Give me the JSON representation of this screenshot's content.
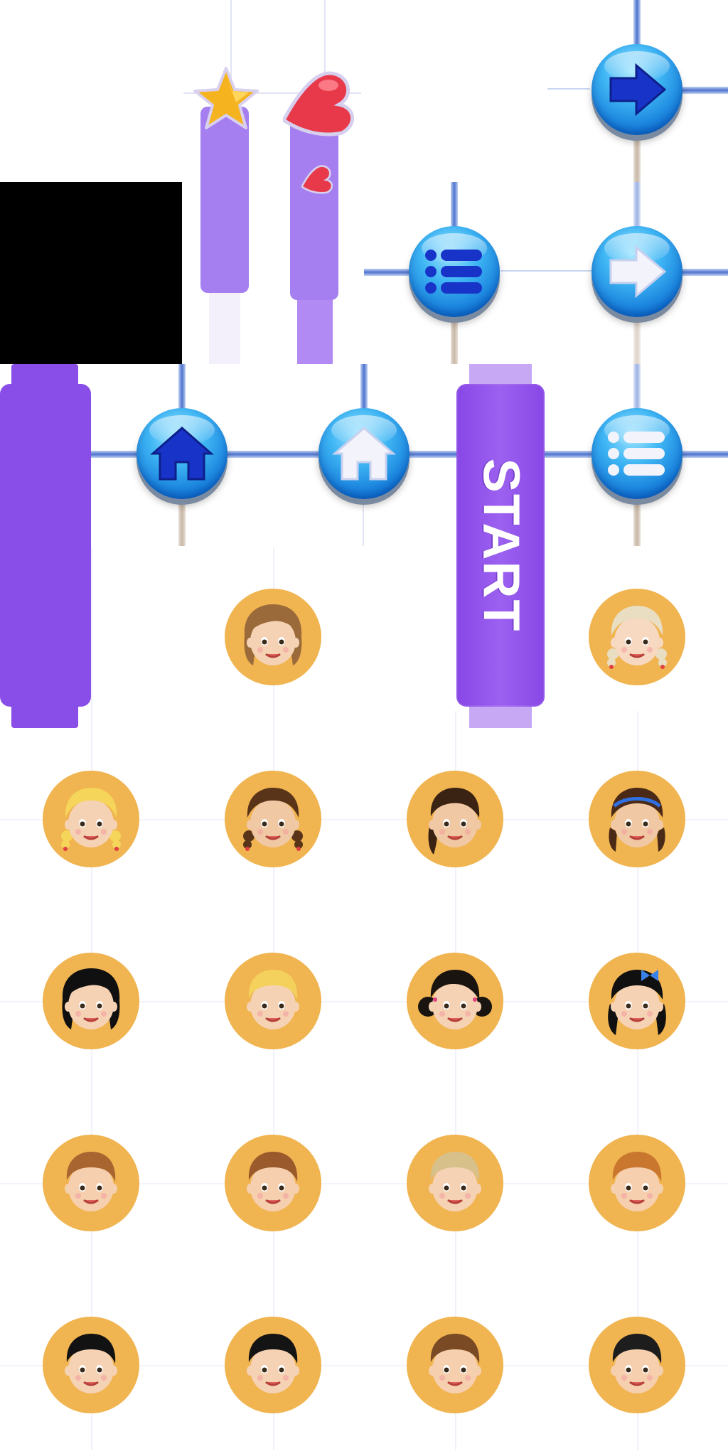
{
  "start_button": {
    "label": "START"
  },
  "icons": {
    "star": "star-icon",
    "heart": "heart-icon",
    "small_heart": "small-heart-icon",
    "arrow_dark": "arrow-right-icon",
    "arrow_light": "arrow-right-white-icon",
    "menu_dark": "menu-list-icon",
    "menu_light": "menu-list-white-icon",
    "home_dark": "home-icon",
    "home_light": "home-white-icon"
  },
  "colors": {
    "purple": "#8847e6",
    "light_purple": "#a57ff0",
    "blue": "#1278d8",
    "avatar_bg": "#f0b450",
    "star": "#f5b320",
    "heart": "#e8394a"
  },
  "avatars": [
    {
      "hair": "#9a6a3a",
      "skin": "#f6d2b4",
      "style": "long"
    },
    {
      "hair": "#e9ddc2",
      "skin": "#f7d9c2",
      "style": "braids"
    },
    {
      "hair": "#f5d55a",
      "skin": "#f6d2b4",
      "style": "curly"
    },
    {
      "hair": "#5a3419",
      "skin": "#f1c8a4",
      "style": "braids"
    },
    {
      "hair": "#3b2314",
      "skin": "#f1c8a4",
      "style": "ponytail"
    },
    {
      "hair": "#4a2a17",
      "skin": "#f1c8a4",
      "style": "band"
    },
    {
      "hair": "#101010",
      "skin": "#f6d2b4",
      "style": "long"
    },
    {
      "hair": "#f4d15c",
      "skin": "#f6d2b4",
      "style": "boy"
    },
    {
      "hair": "#1a1410",
      "skin": "#f6d2b4",
      "style": "pigtails"
    },
    {
      "hair": "#101010",
      "skin": "#f6d2b4",
      "style": "bow"
    },
    {
      "hair": "#a8652f",
      "skin": "#f6cfae",
      "style": "boy"
    },
    {
      "hair": "#9b5a2c",
      "skin": "#f6cfae",
      "style": "boy"
    },
    {
      "hair": "#d8c08a",
      "skin": "#f6d2b4",
      "style": "boy"
    },
    {
      "hair": "#c9772e",
      "skin": "#f6cfae",
      "style": "boy"
    },
    {
      "hair": "#121212",
      "skin": "#f6d2b4",
      "style": "boy"
    },
    {
      "hair": "#141414",
      "skin": "#f6d2b4",
      "style": "boy"
    },
    {
      "hair": "#7a4a25",
      "skin": "#f6cfae",
      "style": "boy"
    },
    {
      "hair": "#1d1d1d",
      "skin": "#f6cfae",
      "style": "boy"
    }
  ]
}
